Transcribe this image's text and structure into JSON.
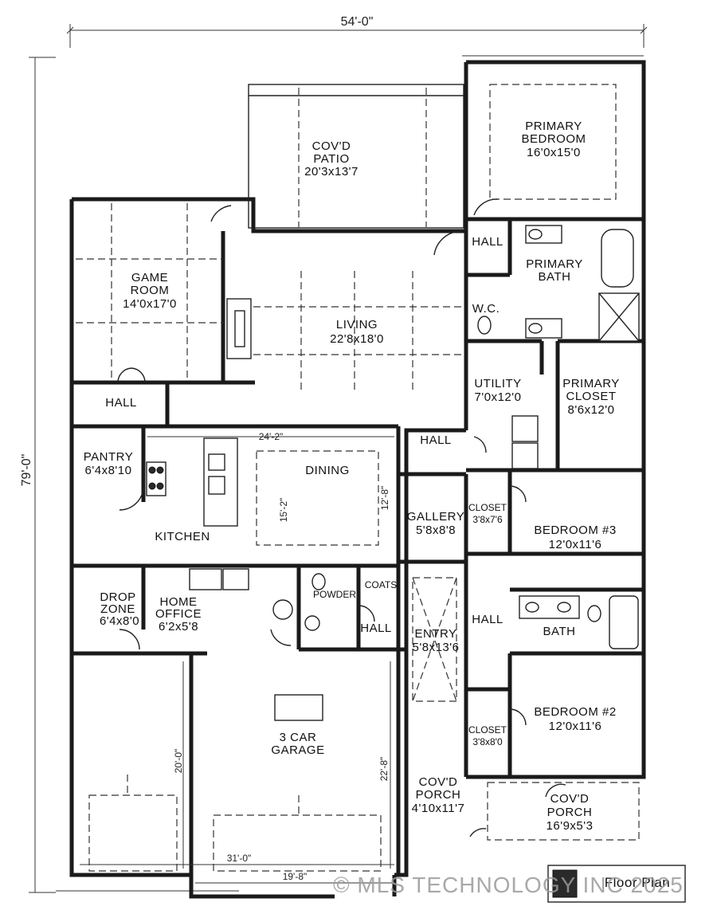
{
  "overall": {
    "width_dim": "54'-0\"",
    "depth_dim": "79'-0\""
  },
  "rooms": {
    "covd_patio": {
      "name_1": "COV'D",
      "name_2": "PATIO",
      "size": "20'3x13'7"
    },
    "primary_bedroom": {
      "name_1": "PRIMARY",
      "name_2": "BEDROOM",
      "size": "16'0x15'0"
    },
    "hall_primary": {
      "name": "HALL"
    },
    "primary_bath": {
      "name_1": "PRIMARY",
      "name_2": "BATH"
    },
    "wc": {
      "name": "W.C."
    },
    "game_room": {
      "name_1": "GAME",
      "name_2": "ROOM",
      "size": "14'0x17'0"
    },
    "living": {
      "name": "LIVING",
      "size": "22'8x18'0"
    },
    "utility": {
      "name": "UTILITY",
      "size": "7'0x12'0"
    },
    "primary_closet": {
      "name_1": "PRIMARY",
      "name_2": "CLOSET",
      "size": "8'6x12'0"
    },
    "hall_game": {
      "name": "HALL"
    },
    "hall_dining": {
      "name": "HALL"
    },
    "pantry": {
      "name": "PANTRY",
      "size": "6'4x8'10"
    },
    "dining": {
      "name": "DINING"
    },
    "kitchen": {
      "name": "KITCHEN"
    },
    "gallery": {
      "name": "GALLERY",
      "size": "5'8x8'8"
    },
    "closet_3": {
      "name": "CLOSET",
      "size": "3'8x7'6"
    },
    "bedroom_3": {
      "name": "BEDROOM #3",
      "size": "12'0x11'6"
    },
    "drop_zone": {
      "name_1": "DROP",
      "name_2": "ZONE",
      "size": "6'4x8'0"
    },
    "home_office": {
      "name_1": "HOME",
      "name_2": "OFFICE",
      "size": "6'2x5'8"
    },
    "powder": {
      "name": "POWDER"
    },
    "coats": {
      "name": "COATS"
    },
    "hall_entry": {
      "name": "HALL"
    },
    "entry": {
      "name": "ENTRY",
      "size": "5'8x13'6"
    },
    "hall_bath": {
      "name": "HALL"
    },
    "bath": {
      "name": "BATH"
    },
    "garage": {
      "name_1": "3 CAR",
      "name_2": "GARAGE"
    },
    "closet_2": {
      "name": "CLOSET",
      "size": "3'8x8'0"
    },
    "bedroom_2": {
      "name": "BEDROOM #2",
      "size": "12'0x11'6"
    },
    "covd_porch_small": {
      "name_1": "COV'D",
      "name_2": "PORCH",
      "size": "4'10x11'7"
    },
    "covd_porch_large": {
      "name_1": "COV'D",
      "name_2": "PORCH",
      "size": "16'9x5'3"
    }
  },
  "dimensions": {
    "dining_width": "24'-2\"",
    "dining_depth": "12'-8\"",
    "kitchen_depth": "15'-2\"",
    "garage_depth_left": "20'-0\"",
    "garage_depth_right": "22'-8\"",
    "garage_width": "31'-0\"",
    "garage_width_inner": "19'-8\""
  },
  "title_block": {
    "label": "Floor Plan"
  },
  "watermark": {
    "text": "© MLS TECHNOLOGY INC 2025"
  }
}
